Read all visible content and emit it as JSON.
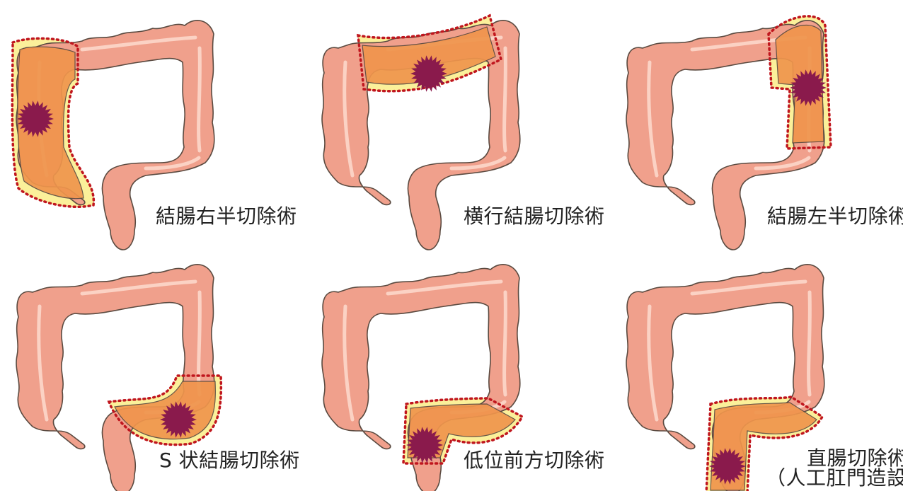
{
  "colors": {
    "colon_fill": "#f0a08c",
    "colon_stroke": "#5a4a40",
    "colon_highlight": "#fbd2c4",
    "highlight_fill": "#fbf09a",
    "resected_fill": "#f0954c",
    "resected_highlight": "#f9c37e",
    "tumor": "#8a1a4c",
    "cut_line": "#c0161e"
  },
  "procedures": [
    {
      "id": "right-hemicolectomy",
      "label": "結腸右半切除術",
      "resected_segment": "ascending colon / cecum"
    },
    {
      "id": "transverse-colectomy",
      "label": "横行結腸切除術",
      "resected_segment": "transverse colon"
    },
    {
      "id": "left-hemicolectomy",
      "label": "結腸左半切除術",
      "resected_segment": "descending colon"
    },
    {
      "id": "sigmoidectomy",
      "label": "S 状結腸切除術",
      "resected_segment": "sigmoid colon"
    },
    {
      "id": "low-anterior-resection",
      "label": "低位前方切除術",
      "resected_segment": "upper rectum"
    },
    {
      "id": "rectal-resection",
      "label": "直腸切除術",
      "sublabel": "（人工肛門造設）",
      "resected_segment": "rectum / anus"
    }
  ]
}
